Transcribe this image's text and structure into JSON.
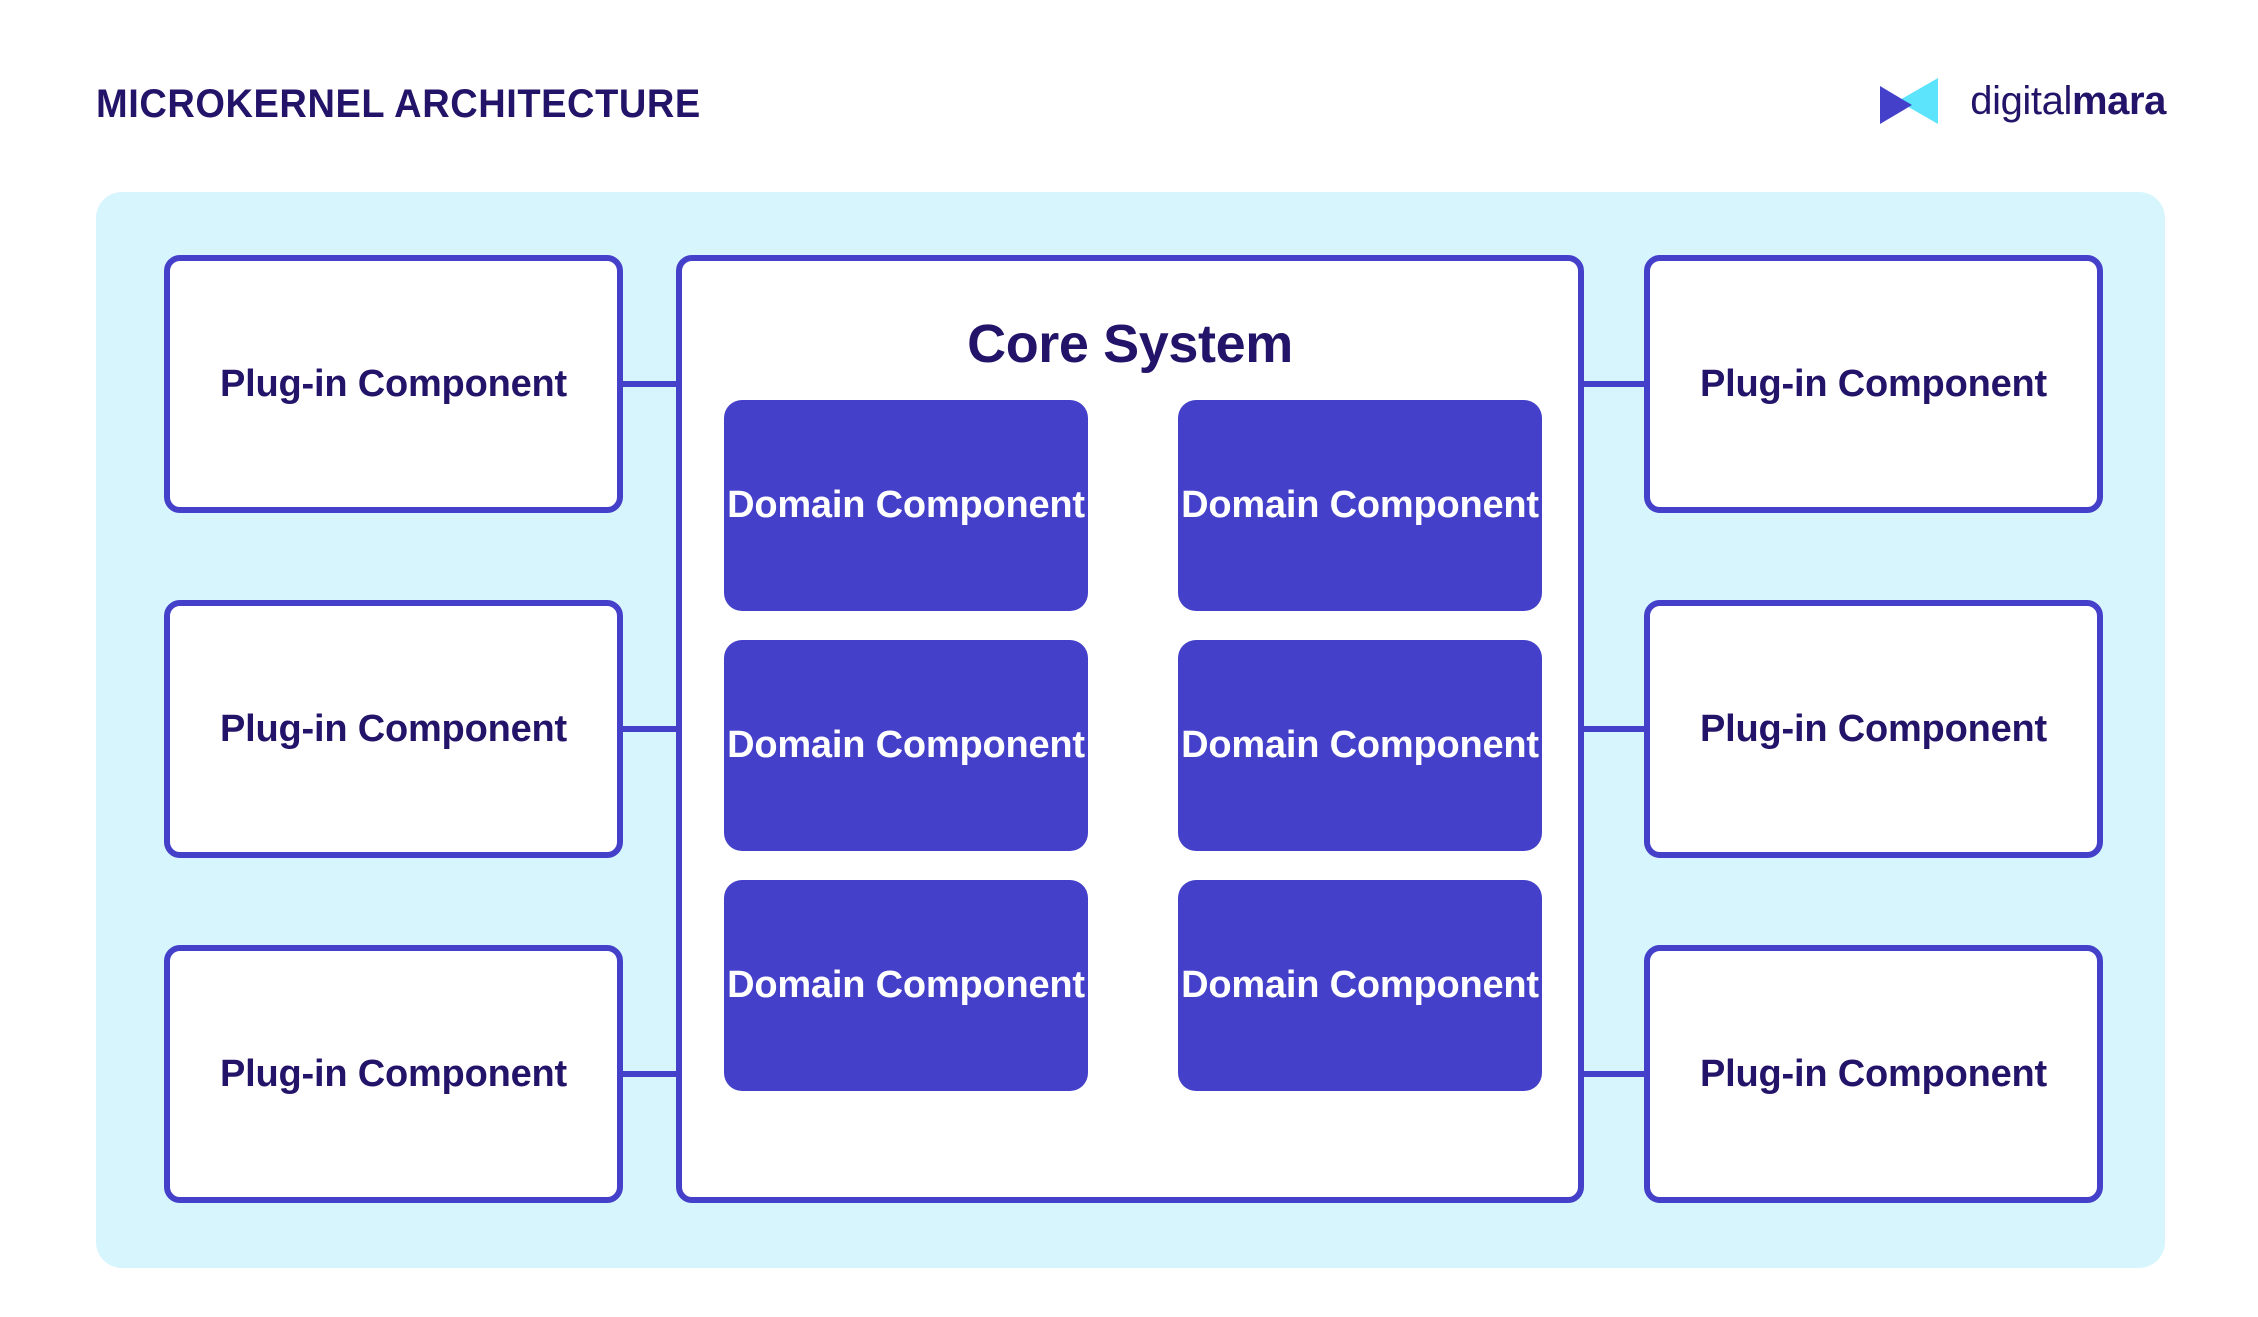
{
  "header": {
    "title": "MICROKERNEL ARCHITECTURE",
    "brand": {
      "name_light": "digital",
      "name_bold": "mara",
      "mark_icon": "double-triangle-play-logo",
      "mark_color_primary": "#4540C9",
      "mark_color_secondary": "#5BE4FB"
    }
  },
  "colors": {
    "panel_background": "#D6F5FD",
    "accent_indigo": "#4540C9",
    "text_navy": "#231469",
    "box_fill_white": "#FFFFFF",
    "domain_text": "#FFFFFF"
  },
  "diagram": {
    "core": {
      "title": "Core System",
      "domain_components": [
        {
          "label": "Domain Component"
        },
        {
          "label": "Domain Component"
        },
        {
          "label": "Domain Component"
        },
        {
          "label": "Domain Component"
        },
        {
          "label": "Domain Component"
        },
        {
          "label": "Domain Component"
        }
      ]
    },
    "plugins_left": [
      {
        "label": "Plug-in Component"
      },
      {
        "label": "Plug-in Component"
      },
      {
        "label": "Plug-in Component"
      }
    ],
    "plugins_right": [
      {
        "label": "Plug-in Component"
      },
      {
        "label": "Plug-in Component"
      },
      {
        "label": "Plug-in Component"
      }
    ]
  }
}
